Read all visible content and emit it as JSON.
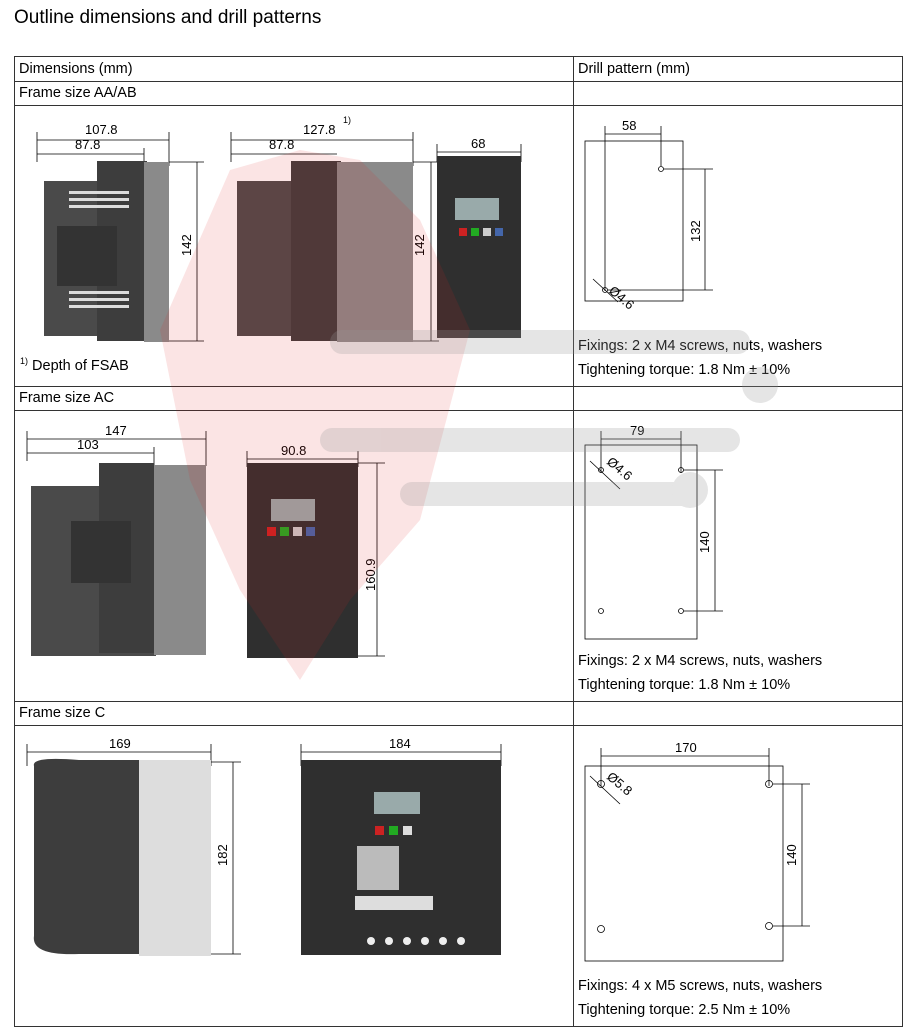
{
  "title": "Outline dimensions and drill patterns",
  "headers": {
    "dimensions": "Dimensions (mm)",
    "drill": "Drill pattern (mm)"
  },
  "frames": [
    {
      "label": "Frame size AA/AB",
      "dims": {
        "depth_total": "107.8",
        "depth": "87.8",
        "depth_ab": "127.8",
        "depth_ab_sup": "1)",
        "depth_ab2": "87.8",
        "height": "142",
        "height2": "142",
        "width": "68"
      },
      "footnote_sup": "1)",
      "footnote": "Depth of FSAB",
      "drill": {
        "h_spacing": "58",
        "v_spacing": "132",
        "hole": "Ø4.6",
        "fixings": "Fixings: 2 x M4 screws, nuts, washers",
        "torque": "Tightening torque: 1.8 Nm ± 10%"
      }
    },
    {
      "label": "Frame size AC",
      "dims": {
        "depth_total": "147",
        "depth": "103",
        "width": "90.8",
        "height": "160.9"
      },
      "drill": {
        "h_spacing": "79",
        "v_spacing": "140",
        "hole": "Ø4.6",
        "fixings": "Fixings: 2 x M4 screws, nuts, washers",
        "torque": "Tightening torque: 1.8 Nm ± 10%"
      }
    },
    {
      "label": "Frame size C",
      "dims": {
        "depth": "169",
        "width": "184",
        "height": "182"
      },
      "drill": {
        "h_spacing": "170",
        "v_spacing": "140",
        "hole": "Ø5.8",
        "fixings": "Fixings: 4 x M5 screws, nuts, washers",
        "torque": "Tightening torque: 2.5 Nm ± 10%"
      }
    }
  ]
}
